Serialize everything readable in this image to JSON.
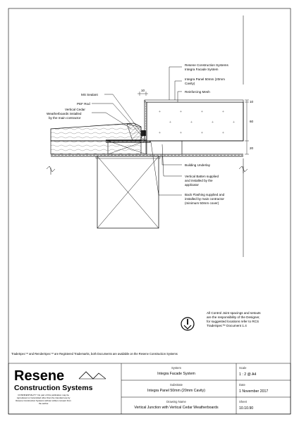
{
  "labels": {
    "system": [
      "Resene Construction Systems",
      "Integra Facade System"
    ],
    "panel": [
      "Integra Panel 50mm (20mm",
      "Cavity)"
    ],
    "mesh": "Reinforcing Mesh",
    "sealant": "MS Sealant",
    "pef": "PEF Rod",
    "cedar": [
      "Vertical Cedar",
      "Weatherboards installed",
      "by the main contractor"
    ],
    "underlay": "Building Underlay",
    "batten": [
      "Vertical Batten supplied",
      "and installed by the",
      "applicator"
    ],
    "flashing": [
      "Back Flashing supplied and",
      "installed by main contractor",
      "(minimum 50mm cover)"
    ],
    "dim_gap": "10",
    "dim_coat": "10",
    "dim_panel": "60",
    "dim_cavity": "20"
  },
  "note": {
    "lines": [
      "All Control Joint spacings and setouts",
      "are the responsibility of the Designer,",
      "for suggested locations refer to RCS",
      "TradeSpec™ Document 1.4"
    ],
    "icon": "info-caution-icon"
  },
  "trademark": "TradeSpec™ and RenderSpec™ are Registered Trademarks, both Documents are available on the Resene Construction Systems",
  "titleblock": {
    "logo_top": "Resene",
    "logo_bottom": "Construction Systems",
    "confidential": [
      "CONFIDENTIALITY: No part of this publication may be",
      "reproduced or transmitted other than the intended use by",
      "Resene Construction Systems without written consent from",
      "the author."
    ],
    "system_label": "System",
    "system_value": "Integra Facade System",
    "substrate_label": "Substrate",
    "substrate_value": "Integra Panel 50mm (20mm Cavity)",
    "drawing_label": "Drawing Name",
    "drawing_value": "Vertical Junction with Vertical Cedar Weatherboards",
    "scale_label": "Scale",
    "scale_value": "1 : 2 @ A4",
    "date_label": "Date",
    "date_value": "1 November 2017",
    "sheet_label": "Sheet",
    "sheet_value": "10.10.90"
  },
  "colors": {
    "line": "#000000",
    "hatch": "#555555",
    "dash": "#444444"
  }
}
